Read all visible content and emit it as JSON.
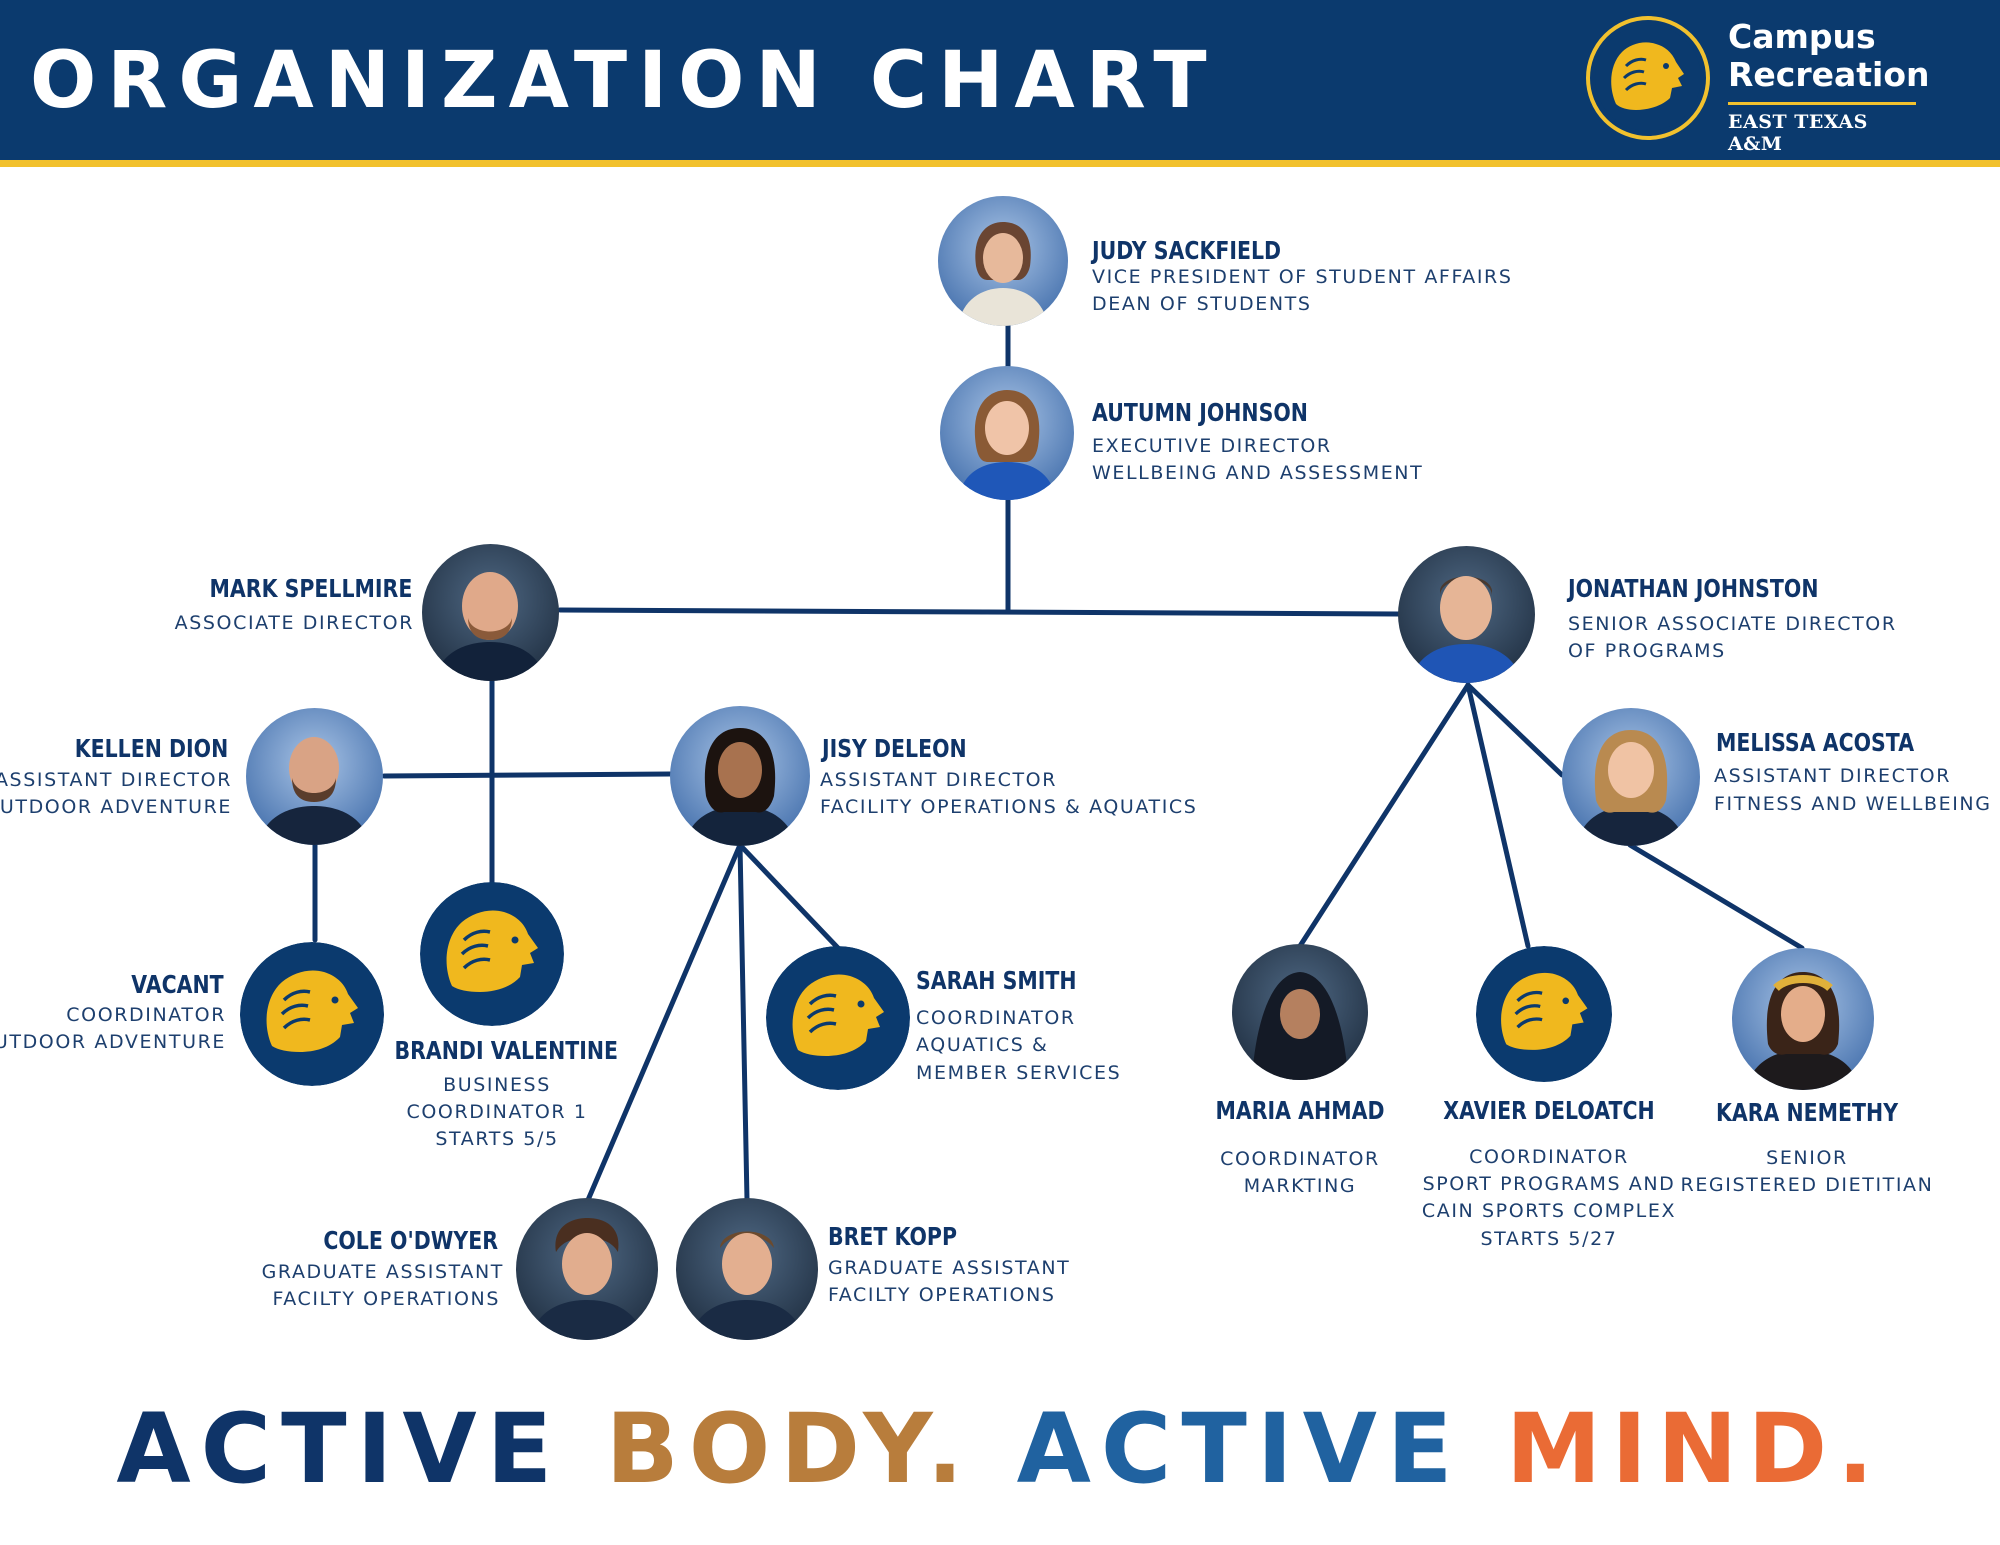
{
  "header": {
    "title": "ORGANIZATION CHART",
    "logo_line1": "Campus",
    "logo_line2": "Recreation",
    "logo_sub": "EAST TEXAS A&M"
  },
  "colors": {
    "navy": "#0b3a6e",
    "gold": "#f2c12e",
    "body_copper": "#b87d3c",
    "active_blue": "#2062a0",
    "mind_orange": "#ea6b35"
  },
  "people": {
    "judy": {
      "name": "JUDY SACKFIELD",
      "role1": "VICE PRESIDENT OF STUDENT AFFAIRS",
      "role2": "DEAN OF STUDENTS"
    },
    "autumn": {
      "name": "AUTUMN JOHNSON",
      "role1": "EXECUTIVE DIRECTOR",
      "role2": "WELLBEING AND ASSESSMENT"
    },
    "mark": {
      "name": "MARK SPELLMIRE",
      "role1": "ASSOCIATE DIRECTOR"
    },
    "jonathan": {
      "name": "JONATHAN JOHNSTON",
      "role1": "SENIOR ASSOCIATE DIRECTOR",
      "role2": "OF PROGRAMS"
    },
    "kellen": {
      "name": "KELLEN DION",
      "role1": "ASSISTANT DIRECTOR",
      "role2": "OUTDOOR ADVENTURE"
    },
    "jisy": {
      "name": "JISY DELEON",
      "role1": "ASSISTANT DIRECTOR",
      "role2": "FACILITY OPERATIONS & AQUATICS"
    },
    "melissa": {
      "name": "MELISSA ACOSTA",
      "role1": "ASSISTANT DIRECTOR",
      "role2": "FITNESS AND WELLBEING"
    },
    "vacant": {
      "name": "VACANT",
      "role1": "COORDINATOR",
      "role2": "OUTDOOR ADVENTURE"
    },
    "brandi": {
      "name": "BRANDI VALENTINE",
      "role1": "BUSINESS",
      "role2": "COORDINATOR 1",
      "role3": "STARTS 5/5"
    },
    "sarah": {
      "name": "SARAH SMITH",
      "role1": "COORDINATOR",
      "role2": "AQUATICS &",
      "role3": "MEMBER SERVICES"
    },
    "cole": {
      "name": "COLE O'DWYER",
      "role1": "GRADUATE ASSISTANT",
      "role2": "FACILTY OPERATIONS"
    },
    "bret": {
      "name": "BRET KOPP",
      "role1": "GRADUATE ASSISTANT",
      "role2": "FACILTY OPERATIONS"
    },
    "maria": {
      "name": "MARIA AHMAD",
      "role1": "COORDINATOR",
      "role2": "MARKTING"
    },
    "xavier": {
      "name": "XAVIER DELOATCH",
      "role1": "COORDINATOR",
      "role2": "SPORT PROGRAMS AND",
      "role3": "CAIN SPORTS COMPLEX",
      "role4": "STARTS 5/27"
    },
    "kara": {
      "name": "KARA NEMETHY",
      "role1": "SENIOR",
      "role2": "REGISTERED DIETITIAN"
    }
  },
  "tagline": {
    "w1": "ACTIVE ",
    "w2": "BODY. ",
    "w3": "ACTIVE ",
    "w4": "MIND."
  }
}
